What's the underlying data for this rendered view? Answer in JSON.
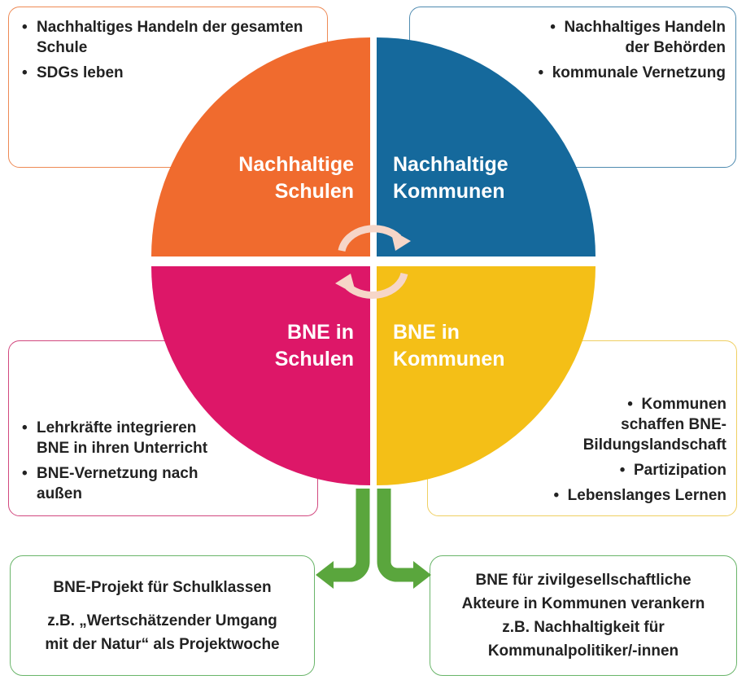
{
  "quadrants": {
    "top_left": {
      "title_line1": "Nachhaltige",
      "title_line2": "Schulen",
      "color": "#f06b2e"
    },
    "top_right": {
      "title_line1": "Nachhaltige",
      "title_line2": "Kommunen",
      "color": "#15699c"
    },
    "bottom_left": {
      "title_line1": "BNE in",
      "title_line2": "Schulen",
      "color": "#dd1768"
    },
    "bottom_right": {
      "title_line1": "BNE in",
      "title_line2": "Kommunen",
      "color": "#f4bf17"
    }
  },
  "boxes": {
    "top_left": {
      "items": [
        "Nachhaltiges Handeln der gesamten Schule",
        "SDGs leben"
      ]
    },
    "top_right": {
      "items": [
        "Nachhaltiges Handeln der Behörden",
        "kommunale Vernetzung"
      ]
    },
    "bottom_left": {
      "items": [
        "Lehrkräfte integrieren BNE in ihren Unterricht",
        "BNE-Vernetzung nach außen"
      ]
    },
    "bottom_right": {
      "items": [
        "Kommunen schaffen BNE-Bildungslandschaft",
        "Partizipation",
        "Lebenslanges Lernen"
      ]
    }
  },
  "outcomes": {
    "left": {
      "line1": "BNE-Projekt für Schulklassen",
      "line2": "z.B. „Wertschätzender Umgang",
      "line3": "mit der Natur“ als Projektwoche"
    },
    "right": {
      "line1": "BNE für zivilgesellschaftliche",
      "line2": "Akteure in Kommunen verankern",
      "line3": "z.B. Nachhaltigkeit für",
      "line4": "Kommunalpolitiker/-innen"
    }
  },
  "colors": {
    "arrow_green": "#5aa63d",
    "cycle_arrow": "#f6d6c8"
  }
}
